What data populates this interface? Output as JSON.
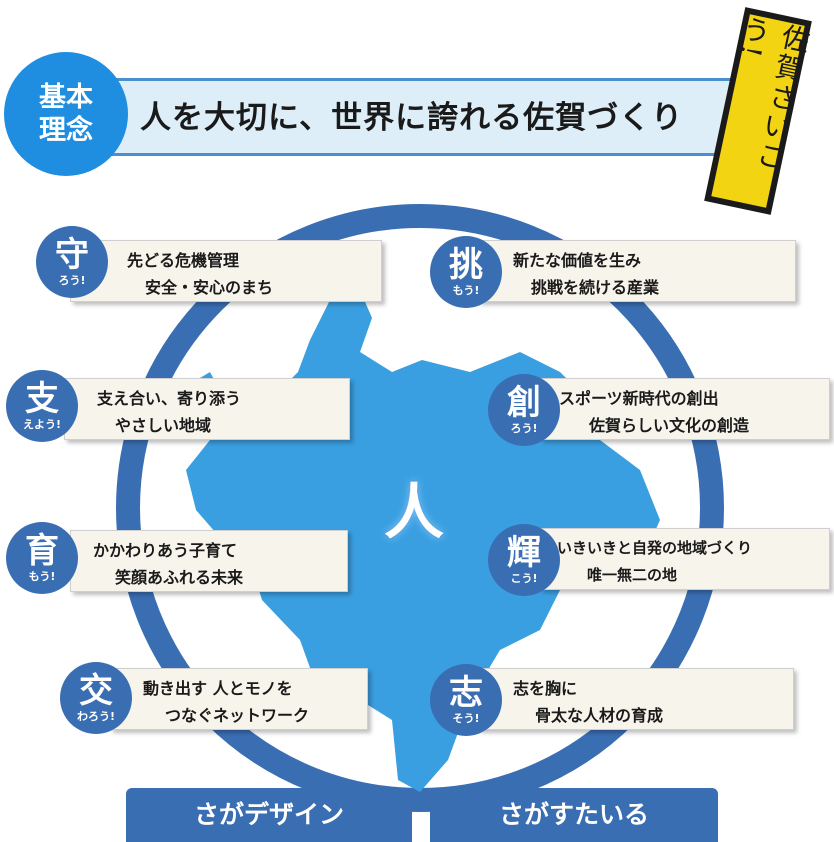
{
  "header": {
    "badge_line1": "基本",
    "badge_line2": "理念",
    "title": "人を大切に、世界に誇れる佐賀づくり",
    "stamp": "佐賀さいこう!"
  },
  "center_label": "人",
  "items": [
    {
      "kanji": "守",
      "reading": "ろう!",
      "line1": "先どる危機管理",
      "line2": "安全・安心のまち"
    },
    {
      "kanji": "挑",
      "reading": "もう!",
      "line1": "新たな価値を生み",
      "line2": "挑戦を続ける産業"
    },
    {
      "kanji": "支",
      "reading": "えよう!",
      "line1": "支え合い、寄り添う",
      "line2": "やさしい地域"
    },
    {
      "kanji": "創",
      "reading": "ろう!",
      "line1": "スポーツ新時代の創出",
      "line2": "佐賀らしい文化の創造"
    },
    {
      "kanji": "育",
      "reading": "もう!",
      "line1": "かかわりあう子育て",
      "line2": "笑顔あふれる未来"
    },
    {
      "kanji": "輝",
      "reading": "こう!",
      "line1": "いきいきと自発の地域づくり",
      "line2": "唯一無二の地"
    },
    {
      "kanji": "交",
      "reading": "わろう!",
      "line1": "動き出す 人とモノを",
      "line2": "つなぐネットワーク"
    },
    {
      "kanji": "志",
      "reading": "そう!",
      "line1": "志を胸に",
      "line2": "骨太な人材の育成"
    }
  ],
  "tabs": [
    "さがデザイン",
    "さがすたいる"
  ],
  "colors": {
    "ring": "#3a6eb3",
    "map": "#3a9fe0",
    "badge": "#1f8ee0",
    "stamp": "#f3d412"
  }
}
